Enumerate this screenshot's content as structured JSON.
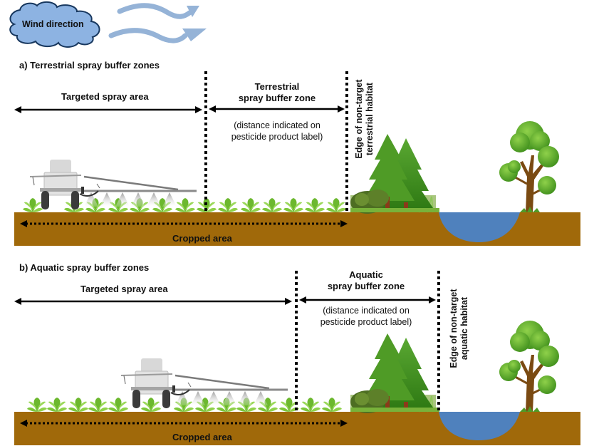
{
  "wind": {
    "label": "Wind direction",
    "cloud_color": "#8db3e2",
    "arrow_color": "#95b3d7"
  },
  "panel_a": {
    "title": "a) Terrestrial spray buffer zones",
    "targeted_area_label": "Targeted spray area",
    "buffer_zone_title_line1": "Terrestrial",
    "buffer_zone_title_line2": "spray buffer zone",
    "buffer_note_line1": "(distance indicated on",
    "buffer_note_line2": "pesticide product label)",
    "edge_label_line1": "Edge of non-target",
    "edge_label_line2": "terrestrial habitat",
    "cropped_area_label": "Cropped area"
  },
  "panel_b": {
    "title": "b) Aquatic spray buffer zones",
    "targeted_area_label": "Targeted spray area",
    "buffer_zone_title_line1": "Aquatic",
    "buffer_zone_title_line2": "spray buffer zone",
    "buffer_note_line1": "(distance indicated on",
    "buffer_note_line2": "pesticide product label)",
    "edge_label_line1": "Edge of non-target",
    "edge_label_line2": "aquatic habitat",
    "cropped_area_label": "Cropped area"
  },
  "colors": {
    "soil": "#a0690a",
    "water": "#4f81bd",
    "crop": "#7cc63a",
    "conifer": "#3f8f1c",
    "text": "#111111"
  }
}
